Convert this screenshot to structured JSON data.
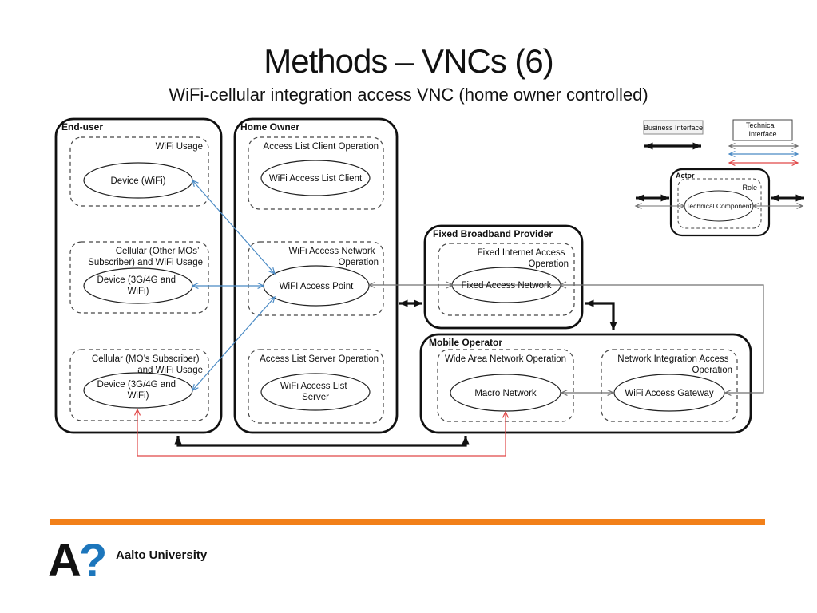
{
  "slide": {
    "title": "Methods – VNCs (6)",
    "subtitle": "WiFi-cellular integration access VNC (home owner controlled)"
  },
  "diagram": {
    "end_user": {
      "label": "End-user",
      "wifi_usage": {
        "label": "WiFi Usage",
        "device": "Device (WiFi)"
      },
      "cellular_other_mos": {
        "label_line1": "Cellular (Other MOs’",
        "label_line2": "Subscriber) and WiFi Usage",
        "device_line1": "Device (3G/4G and",
        "device_line2": "WiFi)"
      },
      "cellular_mos": {
        "label_line1": "Cellular (MO’s Subscriber)",
        "label_line2": "and WiFi Usage",
        "device_line1": "Device (3G/4G and",
        "device_line2": "WiFi)"
      }
    },
    "home_owner": {
      "label": "Home Owner",
      "access_list_client": {
        "label": "Access List Client Operation",
        "component": "WiFi Access List Client"
      },
      "wifi_access_network": {
        "label_line1": "WiFi Access Network",
        "label_line2": "Operation",
        "component": "WiFI Access Point"
      },
      "access_list_server": {
        "label": "Access List Server Operation",
        "component_line1": "WiFi Access List",
        "component_line2": "Server"
      }
    },
    "fixed_broadband_provider": {
      "label": "Fixed Broadband Provider",
      "fixed_internet_access": {
        "label_line1": "Fixed Internet Access",
        "label_line2": "Operation",
        "component": "Fixed Access Network"
      }
    },
    "mobile_operator": {
      "label": "Mobile Operator",
      "wide_area_network": {
        "label": "Wide Area Network Operation",
        "component": "Macro Network"
      },
      "network_integration_access": {
        "label_line1": "Network Integration Access",
        "label_line2": "Operation",
        "component": "WiFi Access Gateway"
      }
    }
  },
  "legend": {
    "business_interface": "Business Interface",
    "technical_interface_line1": "Technical",
    "technical_interface_line2": "Interface",
    "actor": "Actor",
    "role": "Role",
    "technical_component": "Technical Component"
  },
  "footer": {
    "logo_a": "A",
    "logo_question": "?",
    "university": "Aalto University"
  },
  "colors": {
    "accent_orange": "#F28019",
    "logo_blue": "#1C76BC",
    "interface_blue": "#4A8AC4",
    "interface_red": "#E04848",
    "interface_gray": "#707070",
    "business_black": "#111111"
  }
}
